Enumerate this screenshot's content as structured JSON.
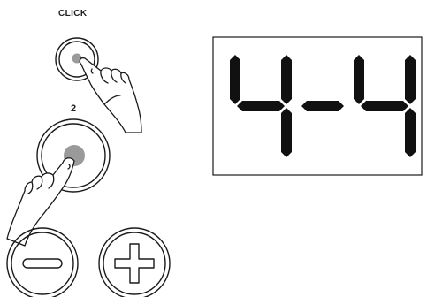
{
  "labels": {
    "click": "CLICK",
    "step_number": "2"
  },
  "display": {
    "left_digit": "4",
    "separator": "-",
    "right_digit": "4",
    "text": "4-4"
  },
  "buttons": {
    "minus_symbol": "minus",
    "plus_symbol": "plus"
  },
  "colors": {
    "stroke": "#1a1a1a",
    "button_dot": "#9a9a9a",
    "segment_fill": "#111111",
    "background": "#ffffff"
  }
}
